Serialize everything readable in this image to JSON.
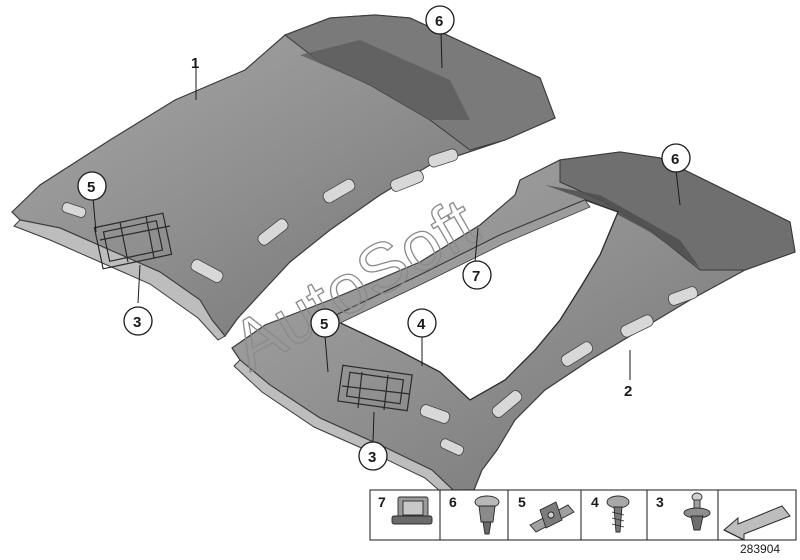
{
  "watermark": "AutoSoft",
  "part_number": "283904",
  "callouts": {
    "c1": "1",
    "c2": "2",
    "c3a": "3",
    "c3b": "3",
    "c4": "4",
    "c5a": "5",
    "c5b": "5",
    "c6a": "6",
    "c6b": "6",
    "c7": "7"
  },
  "legend": {
    "l7": "7",
    "l6": "6",
    "l5": "5",
    "l4": "4",
    "l3": "3"
  },
  "colors": {
    "panel_top": "#6b6b6b",
    "panel_light": "#a8a8a8",
    "panel_edge": "#bdbdbd",
    "outline": "#2a2a2a"
  }
}
